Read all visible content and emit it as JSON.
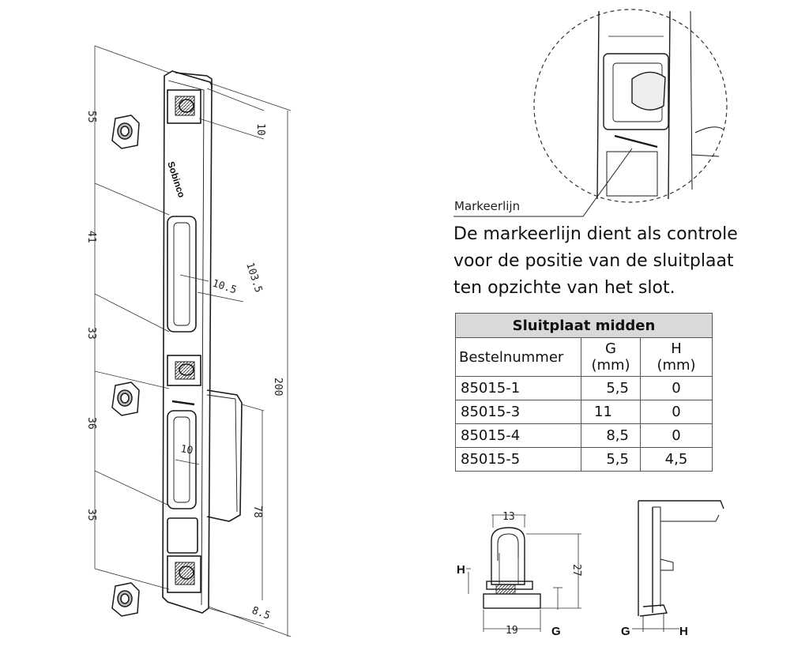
{
  "callout_label": "Markeerlijn",
  "description": [
    "De markeerlijn dient als controle",
    "voor de positie van de sluitplaat",
    "ten opzichte van het slot."
  ],
  "brand_mark": "Sobinco",
  "dimensions": {
    "d55": "55",
    "d10_top": "10",
    "d41": "41",
    "d103_5": "103.5",
    "d10_5": "10.5",
    "d33": "33",
    "d200": "200",
    "d36": "36",
    "d10_mid": "10",
    "d35": "35",
    "d78": "78",
    "d8_5": "8.5",
    "d13": "13",
    "d27": "27",
    "d19": "19",
    "h_left": "H",
    "g_left": "G",
    "g_right": "G",
    "h_right": "H"
  },
  "table": {
    "title": "Sluitplaat midden",
    "headers": {
      "order": "Bestelnummer",
      "g": "G",
      "g_unit": "(mm)",
      "h": "H",
      "h_unit": "(mm)"
    },
    "rows": [
      {
        "order": "85015-1",
        "g": "5,5",
        "h": "0"
      },
      {
        "order": "85015-3",
        "g": "11",
        "h": "0"
      },
      {
        "order": "85015-4",
        "g": "8,5",
        "h": "0"
      },
      {
        "order": "85015-5",
        "g": "5,5",
        "h": "4,5"
      }
    ]
  }
}
